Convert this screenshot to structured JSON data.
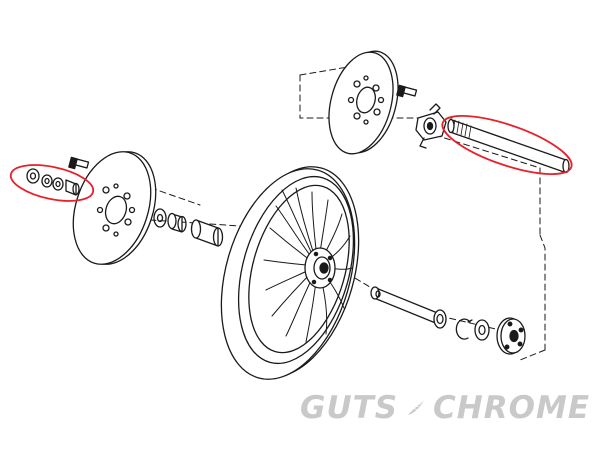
{
  "logo": {
    "word_left": "GUTS",
    "word_right": "CHROME",
    "color": "#c9c9c9"
  },
  "colors": {
    "line": "#1a1a1a",
    "highlight": "#e8202a"
  },
  "highlighted_parts": [
    "spacer-washer-set",
    "front-axle"
  ]
}
